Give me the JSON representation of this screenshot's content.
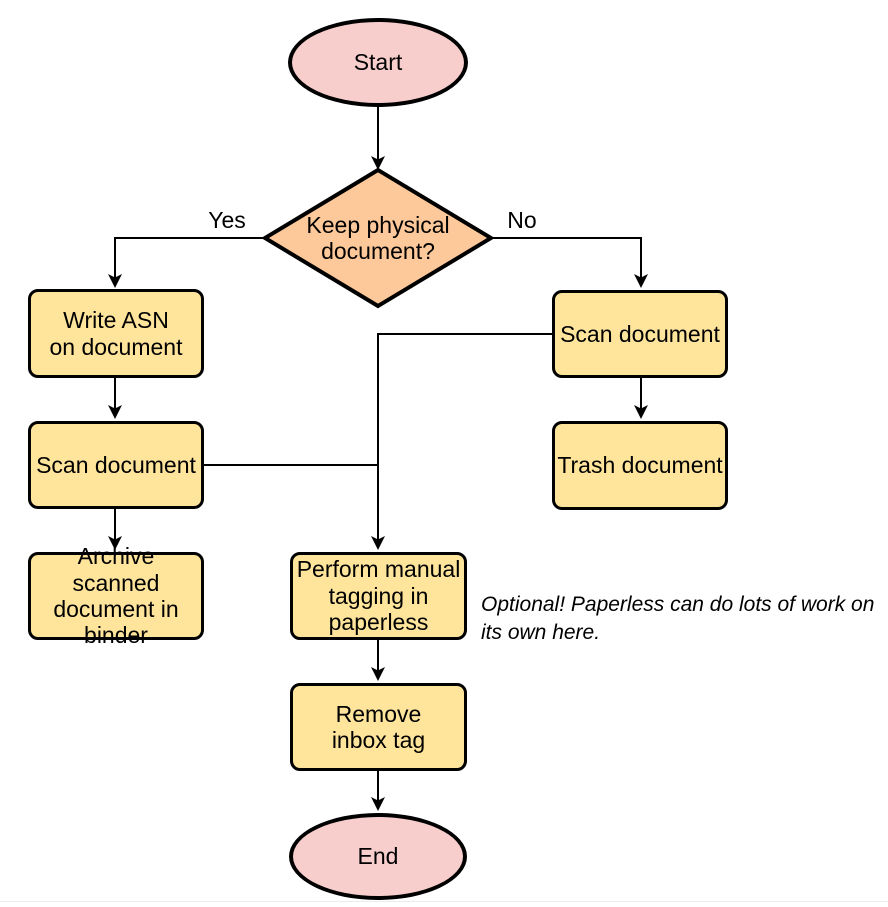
{
  "colors": {
    "background": "#ffffff",
    "terminal_fill": "#f8cecc",
    "decision_fill": "#fec99a",
    "process_fill": "#ffe49b",
    "stroke": "#000000",
    "frame_line": "#ececec"
  },
  "nodes": {
    "start": {
      "type": "terminal",
      "label": "Start"
    },
    "decision": {
      "type": "decision",
      "label": "Keep physical\ndocument?"
    },
    "write_asn": {
      "type": "process",
      "label": "Write ASN\non document"
    },
    "scan_left": {
      "type": "process",
      "label": "Scan document"
    },
    "archive": {
      "type": "process",
      "label": "Archive scanned\ndocument in\nbinder"
    },
    "scan_right": {
      "type": "process",
      "label": "Scan document"
    },
    "trash": {
      "type": "process",
      "label": "Trash document"
    },
    "perform_tagging": {
      "type": "process",
      "label": "Perform manual\ntagging in\npaperless"
    },
    "remove_inbox": {
      "type": "process",
      "label": "Remove\ninbox tag"
    },
    "end": {
      "type": "terminal",
      "label": "End"
    }
  },
  "edge_labels": {
    "yes": "Yes",
    "no": "No"
  },
  "annotation": {
    "text": "Optional! Paperless can do lots of work on\nits own here."
  }
}
